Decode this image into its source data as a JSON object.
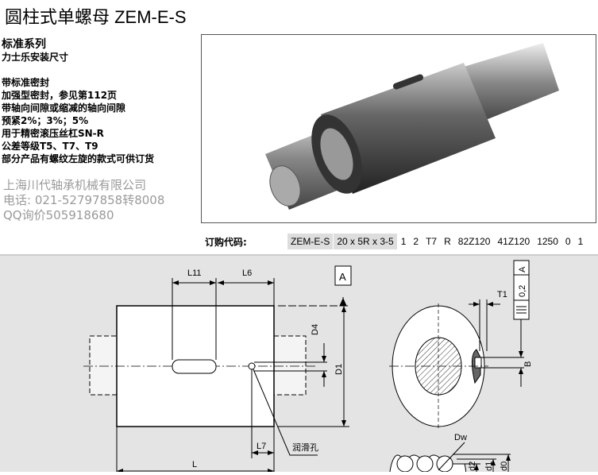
{
  "title": "圆柱式单螺母 ZEM-E-S",
  "description": {
    "heading": "标准系列",
    "subheading": "力士乐安装尺寸",
    "features": [
      "带标准密封",
      "加强型密封，参见第112页",
      "带轴向间隙或缩减的轴向间隙",
      "预紧2%；3%；5%",
      "用于精密滚压丝杠SN-R",
      "公差等级T5、T7、T9",
      "部分产品有螺纹左旋的款式可供订货"
    ]
  },
  "order": {
    "label": "订购代码:",
    "codes": [
      "ZEM-E-S",
      "20 x 5R x 3-5",
      "1",
      "2",
      "T7",
      "R",
      "82Z120",
      "41Z120",
      "1250",
      "0",
      "1"
    ]
  },
  "drawing": {
    "labels": {
      "l11": "L11",
      "l6": "L6",
      "a": "A",
      "d4": "D4",
      "d1": "D1",
      "l7": "L7",
      "l": "L",
      "lube": "润滑孔",
      "t1": "T1",
      "b": "B",
      "tol": "0,2",
      "datum": "A",
      "dw": "Dw",
      "sd2": "d2",
      "sd1": "d1",
      "sd0": "d0"
    }
  },
  "watermark": [
    "上海川代轴承机械有限公司",
    "电话: 021-52797858转8008",
    "QQ询价505918680"
  ]
}
